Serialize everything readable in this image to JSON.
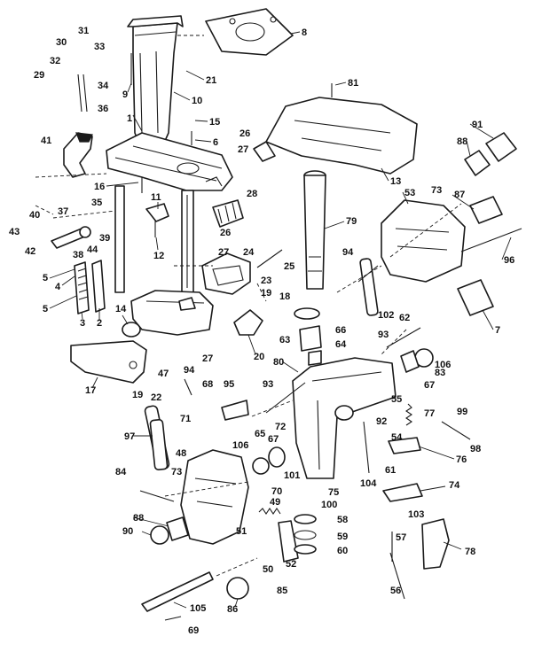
{
  "callouts": {
    "c1": "1",
    "c2": "2",
    "c3": "3",
    "c4": "4",
    "c5a": "5",
    "c5b": "5",
    "c6": "6",
    "c7": "7",
    "c8": "8",
    "c9": "9",
    "c10": "10",
    "c11": "11",
    "c12": "12",
    "c13": "13",
    "c14": "14",
    "c15": "15",
    "c16": "16",
    "c17": "17",
    "c18": "18",
    "c19a": "19",
    "c19b": "19",
    "c20": "20",
    "c21": "21",
    "c22": "22",
    "c23": "23",
    "c24": "24",
    "c25": "25",
    "c26a": "26",
    "c26b": "26",
    "c27a": "27",
    "c27b": "27",
    "c27c": "27",
    "c28": "28",
    "c29": "29",
    "c30": "30",
    "c31": "31",
    "c32": "32",
    "c33": "33",
    "c34": "34",
    "c35": "35",
    "c36": "36",
    "c37": "37",
    "c38": "38",
    "c39": "39",
    "c40": "40",
    "c41": "41",
    "c42": "42",
    "c43": "43",
    "c44": "44",
    "c47": "47",
    "c48": "48",
    "c49": "49",
    "c50": "50",
    "c51": "51",
    "c52": "52",
    "c53": "53",
    "c54": "54",
    "c55": "55",
    "c56": "56",
    "c57": "57",
    "c58": "58",
    "c59": "59",
    "c60": "60",
    "c61": "61",
    "c62": "62",
    "c63": "63",
    "c64": "64",
    "c65": "65",
    "c66": "66",
    "c67a": "67",
    "c67b": "67",
    "c68": "68",
    "c69": "69",
    "c70": "70",
    "c71": "71",
    "c72": "72",
    "c73a": "73",
    "c73b": "73",
    "c74": "74",
    "c75": "75",
    "c76": "76",
    "c77": "77",
    "c78": "78",
    "c79": "79",
    "c80": "80",
    "c81": "81",
    "c83": "83",
    "c84": "84",
    "c85": "85",
    "c86": "86",
    "c87": "87",
    "c88a": "88",
    "c88b": "88",
    "c90": "90",
    "c91": "91",
    "c92": "92",
    "c93a": "93",
    "c93b": "93",
    "c94a": "94",
    "c94b": "94",
    "c95": "95",
    "c96": "96",
    "c97": "97",
    "c98": "98",
    "c99": "99",
    "c100": "100",
    "c101": "101",
    "c102": "102",
    "c103": "103",
    "c104": "104",
    "c105": "105",
    "c106a": "106",
    "c106b": "106"
  }
}
